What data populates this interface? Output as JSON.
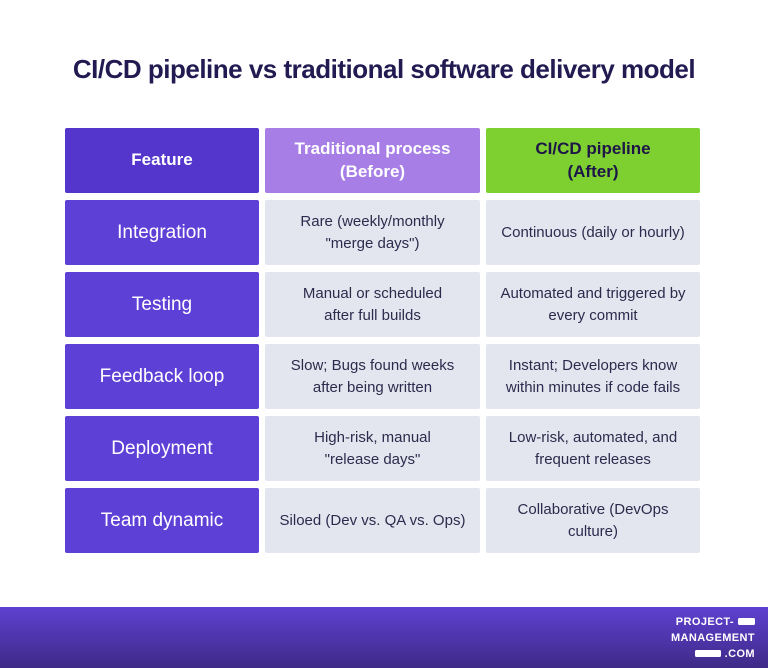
{
  "title": "CI/CD pipeline vs traditional software delivery model",
  "table": {
    "headers": {
      "feature": "Feature",
      "before": "Traditional process\n(Before)",
      "after": "CI/CD pipeline\n(After)"
    },
    "rows": [
      {
        "feature": "Integration",
        "before": "Rare (weekly/monthly\n\"merge days\")",
        "after": "Continuous (daily or hourly)"
      },
      {
        "feature": "Testing",
        "before": "Manual or scheduled\nafter full builds",
        "after": "Automated and triggered by\nevery commit"
      },
      {
        "feature": "Feedback loop",
        "before": "Slow; Bugs found weeks\nafter being written",
        "after": "Instant; Developers know\nwithin minutes if code fails"
      },
      {
        "feature": "Deployment",
        "before": "High-risk, manual\n\"release days\"",
        "after": "Low-risk, automated, and\nfrequent releases"
      },
      {
        "feature": "Team dynamic",
        "before": "Siloed (Dev vs. QA vs. Ops)",
        "after": "Collaborative (DevOps culture)"
      }
    ]
  },
  "footer": {
    "brand_line1": "PROJECT-",
    "brand_line2": "MANAGEMENT",
    "brand_line3": ".COM"
  },
  "colors": {
    "title_navy": "#221b52",
    "header_purple": "#5536cd",
    "header_lavender": "#a67ee5",
    "header_green": "#7ed031",
    "row_purple": "#5d40d6",
    "cell_grey": "#e3e6ee",
    "cell_text_navy": "#2e2a4d",
    "footer_gradient_top": "#5e41d1",
    "footer_gradient_bottom": "#3e2a87"
  }
}
